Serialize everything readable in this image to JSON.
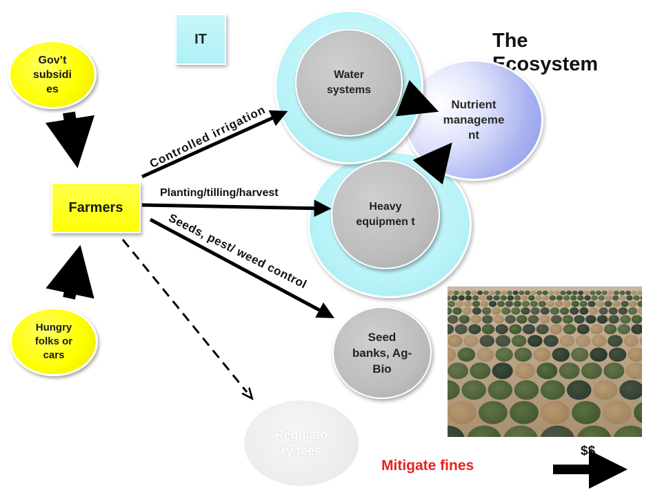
{
  "title": "The Ecosystem",
  "it_box": "IT",
  "farmers": "Farmers",
  "govt_subsidies": "Gov’t subsidi es",
  "hungry_folks": "Hungry folks or cars",
  "water_systems": "Water systems",
  "nutrient_management": "Nutrient manageme nt",
  "heavy_equipment": "Heavy equipmen t",
  "seed_banks": "Seed banks, Ag-Bio",
  "regulatory_fees": "Regulato ry fees",
  "edges": {
    "controlled_irrigation": "Controlled irrigation",
    "planting_tilling_harvest": "Planting/tilling/harvest",
    "seeds_pest_weed": "Seeds, pest/ weed control"
  },
  "mitigate_fines": "Mitigate fines",
  "dollars": "$$",
  "colors": {
    "yellow_node": "#ffff00",
    "ring_node": "#b8f3f8",
    "gray_node": "#bdbdbd",
    "nutrient_node": "#a9b2f0",
    "fines_text": "#e82020",
    "arrow": "#000000"
  }
}
